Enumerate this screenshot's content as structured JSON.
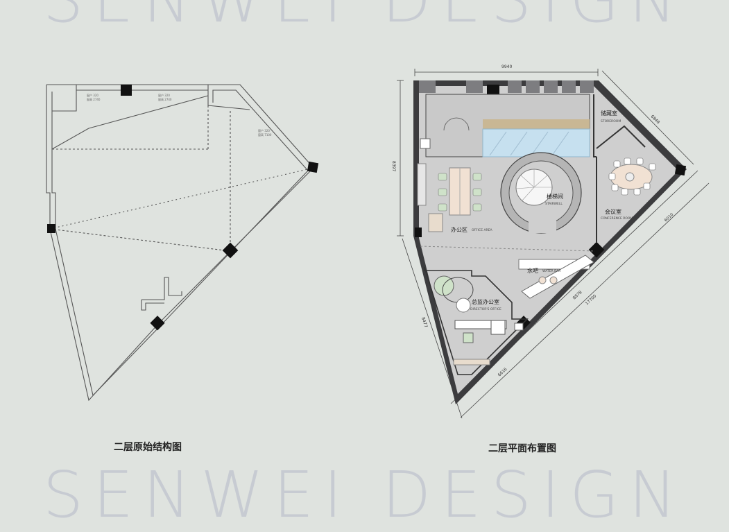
{
  "watermark": {
    "text": "SENWEI DESIGN"
  },
  "captions": {
    "left": "二层原始结构图",
    "right": "二层平面布置图"
  },
  "dimensions": {
    "top": "9940",
    "left": "8397",
    "right_a": "6848",
    "right_b": "6010",
    "right_c": "17700",
    "right_d": "8878",
    "right_e": "6616",
    "left_lower": "8477"
  },
  "rooms": {
    "storeroom_cn": "储藏室",
    "storeroom_en": "STOREROOM",
    "conference_cn": "会议室",
    "conference_en": "CONFERENCE ROOM",
    "stairwell_cn": "楼梯间",
    "stairwell_en": "STAIRWELL",
    "office_cn": "办公区",
    "office_en": "OFFICE AREA",
    "waterbar_cn": "水吧",
    "waterbar_en": "WATER BAR",
    "director_cn": "总监办公室",
    "director_en": "DIRECTOR'S OFFICE"
  },
  "colors": {
    "background": "#dfe3df",
    "wall": "#3c3c3e",
    "floor": "#cfcfcf",
    "glass": "#c6e0ef"
  }
}
